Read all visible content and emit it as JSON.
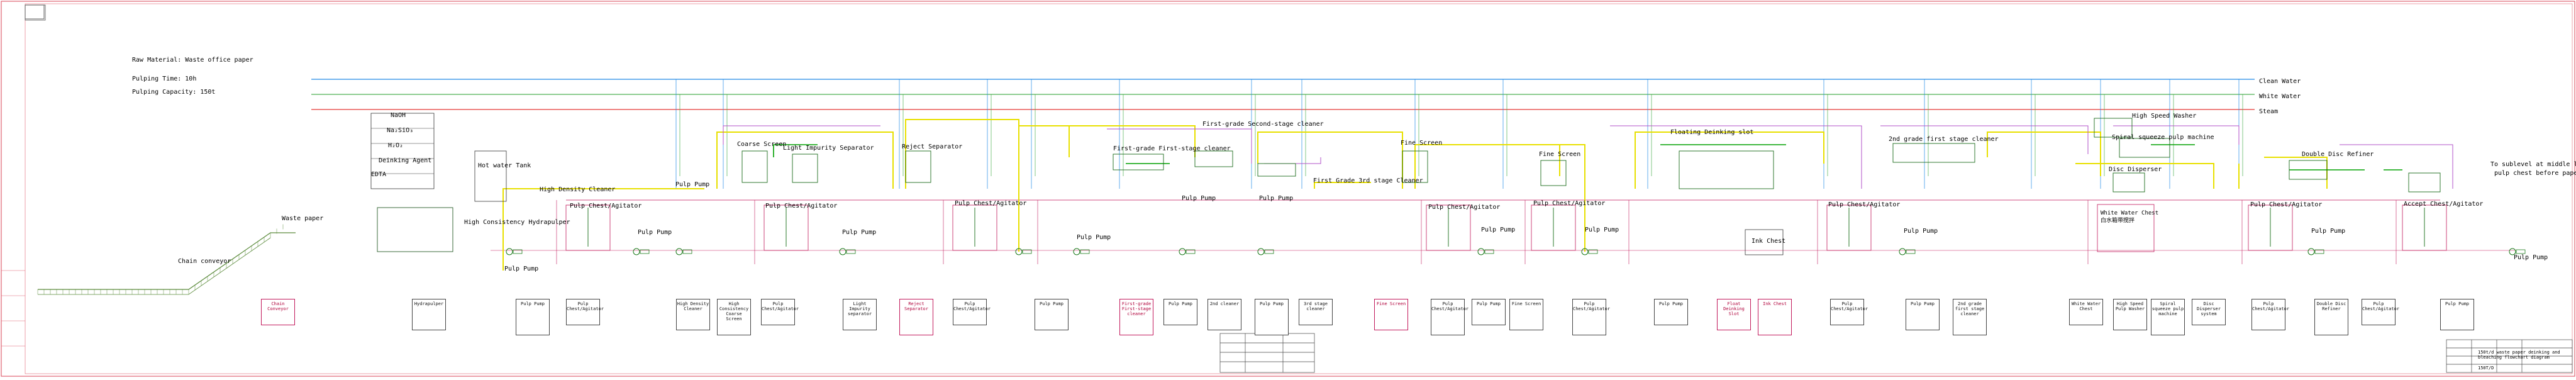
{
  "info": {
    "raw_material": "Raw Material: Waste office paper",
    "pulping_time": "Pulping Time: 10h",
    "pulping_capacity": "Pulping Capacity: 150t"
  },
  "lines": {
    "clean_water": "Clean Water",
    "white_water": "White Water",
    "steam": "Steam"
  },
  "chemicals": [
    "NaOH",
    "Na₂SiO₃",
    "H₂O₂",
    "Deinking Agent",
    "EDTA"
  ],
  "labels": {
    "chain_conveyor": "Chain conveyor",
    "waste_paper": "Waste paper",
    "hot_water_tank": "Hot water Tank",
    "high_consistency_hydrapulper": "High Consistency Hydrapulper",
    "high_density_cleaner": "High Density Cleaner",
    "coarse_screen": "Coarse Screen",
    "light_impurity_separator": "Light Impurity Separator",
    "reject_separator": "Reject Separator",
    "fine_screen": "Fine Screen",
    "first_grade_second_stage_cleaner": "First-grade Second-stage cleaner",
    "first_grade_first_stage_cleaner": "First-grade First-stage cleaner",
    "first_grade_3rd_stage_cleaner": "First Grade 3rd stage Cleaner",
    "floating_deinking_slot": "Floating Deinking slot",
    "second_grade_first_stage_cleaner": "2nd grade first stage cleaner",
    "high_speed_washer": "High Speed Washer",
    "spiral_squeeze_pulp_machine": "Spiral squeeze pulp machine",
    "disc_disperser": "Disc Disperser",
    "double_disc_refiner": "Double Disc Refiner",
    "to_sublevel": "To sublevel at middle layer",
    "pulp_chest_before_paper": "pulp chest before paper machine",
    "pulp_chest_agitator": "Pulp Chest/Agitator",
    "pulp_pump": "Pulp Pump",
    "ink_chest": "Ink Chest",
    "white_water_chest": "White Water Chest",
    "white_water_chest_cn": "白水箱带搅拌",
    "accept_chest_agitator": "Accept Chest/Agitator"
  },
  "equipment_boxes": [
    {
      "title": "Chain Conveyor",
      "red": true
    },
    {
      "title": "Hydrapulper",
      "red": false
    },
    {
      "title": "Pulp Pump",
      "red": false
    },
    {
      "title": "Pulp Chest/Agitator",
      "red": false
    },
    {
      "title": "High Density Cleaner",
      "red": false
    },
    {
      "title": "High Consistency Coarse Screen",
      "red": false
    },
    {
      "title": "Pulp Chest/Agitator",
      "red": false
    },
    {
      "title": "Light Impurity separator",
      "red": false
    },
    {
      "title": "Reject Separator",
      "red": true
    },
    {
      "title": "Pulp Chest/Agitator",
      "red": false
    },
    {
      "title": "Pulp Pump",
      "red": false
    },
    {
      "title": "First-grade First-stage cleaner",
      "red": true
    },
    {
      "title": "Pulp Pump",
      "red": false
    },
    {
      "title": "2nd cleaner",
      "red": false
    },
    {
      "title": "Pulp Pump",
      "red": false
    },
    {
      "title": "3rd stage cleaner",
      "red": false
    },
    {
      "title": "Fine Screen",
      "red": true
    },
    {
      "title": "Pulp Chest/Agitator",
      "red": false
    },
    {
      "title": "Pulp Pump",
      "red": false
    },
    {
      "title": "Fine Screen",
      "red": false
    },
    {
      "title": "Pulp Chest/Agitator",
      "red": false
    },
    {
      "title": "Pulp Pump",
      "red": false
    },
    {
      "title": "Float Deinking Slot",
      "red": true
    },
    {
      "title": "Ink Chest",
      "red": true
    },
    {
      "title": "Pulp Chest/Agitator",
      "red": false
    },
    {
      "title": "Pulp Pump",
      "red": false
    },
    {
      "title": "2nd grade first stage cleaner",
      "red": false
    },
    {
      "title": "White Water Chest",
      "red": false
    },
    {
      "title": "High Speed Pulp Washer",
      "red": false
    },
    {
      "title": "Spiral squeeze pulp machine",
      "red": false
    },
    {
      "title": "Disc Disperser system",
      "red": false
    },
    {
      "title": "Pulp Chest/Agitator",
      "red": false
    },
    {
      "title": "Double Disc Refiner",
      "red": false
    },
    {
      "title": "Pulp Chest/Agitator",
      "red": false
    },
    {
      "title": "Pulp Pump",
      "red": false
    }
  ],
  "title_block": {
    "title": "150t/d waste paper deinking and bleaching flowchart diagram",
    "code": "150T/D"
  },
  "colors": {
    "yellow_pipe": "#e8e000",
    "green_pipe": "#00a000",
    "purple_pipe": "#b050c8",
    "clean_water_line": "#1e88e5",
    "white_water_line": "#4caf50",
    "steam_line": "#e53935",
    "frame": "#e06070"
  }
}
